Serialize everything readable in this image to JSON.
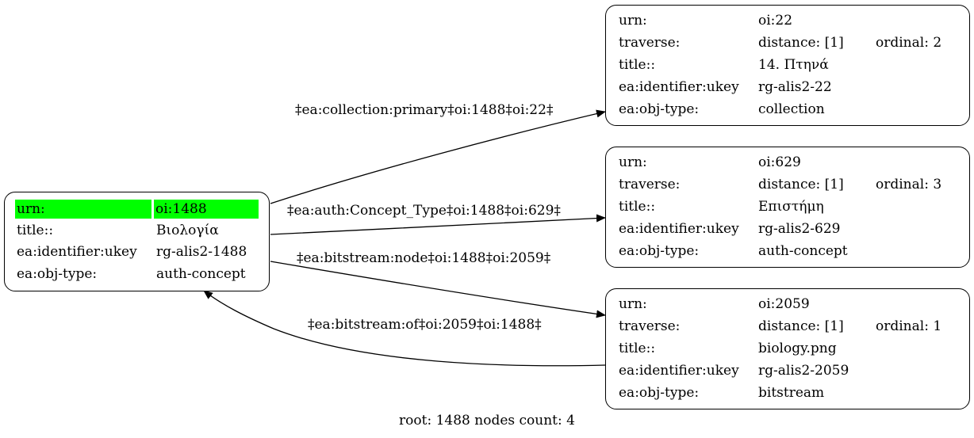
{
  "nodes": {
    "root": {
      "rows": [
        {
          "key": "urn:",
          "val": "oi:1488",
          "highlight": true
        },
        {
          "key": "title::",
          "val": "Βιολογία"
        },
        {
          "key": "ea:identifier:ukey",
          "val": "rg-alis2-1488"
        },
        {
          "key": "ea:obj-type:",
          "val": "auth-concept"
        }
      ]
    },
    "n22": {
      "rows": [
        {
          "key": "urn:",
          "val": "oi:22"
        },
        {
          "key": "traverse:",
          "val": "distance: [1]",
          "extra": "ordinal: 2"
        },
        {
          "key": "title::",
          "val": "14. Πτηνά"
        },
        {
          "key": "ea:identifier:ukey",
          "val": "rg-alis2-22"
        },
        {
          "key": "ea:obj-type:",
          "val": "collection"
        }
      ]
    },
    "n629": {
      "rows": [
        {
          "key": "urn:",
          "val": "oi:629"
        },
        {
          "key": "traverse:",
          "val": "distance: [1]",
          "extra": "ordinal: 3"
        },
        {
          "key": "title::",
          "val": "Επιστήμη"
        },
        {
          "key": "ea:identifier:ukey",
          "val": "rg-alis2-629"
        },
        {
          "key": "ea:obj-type:",
          "val": "auth-concept"
        }
      ]
    },
    "n2059": {
      "rows": [
        {
          "key": "urn:",
          "val": "oi:2059"
        },
        {
          "key": "traverse:",
          "val": "distance: [1]",
          "extra": "ordinal: 1"
        },
        {
          "key": "title::",
          "val": "biology.png"
        },
        {
          "key": "ea:identifier:ukey",
          "val": "rg-alis2-2059"
        },
        {
          "key": "ea:obj-type:",
          "val": "bitstream"
        }
      ]
    }
  },
  "edges": [
    {
      "label": "‡ea:collection:primary‡oi:1488‡oi:22‡"
    },
    {
      "label": "‡ea:auth:Concept_Type‡oi:1488‡oi:629‡"
    },
    {
      "label": "‡ea:bitstream:node‡oi:1488‡oi:2059‡"
    },
    {
      "label": "‡ea:bitstream:of‡oi:2059‡oi:1488‡"
    }
  ],
  "footer": "root: 1488 nodes count: 4",
  "colors": {
    "highlight": "#00ff00",
    "stroke": "#000000"
  }
}
